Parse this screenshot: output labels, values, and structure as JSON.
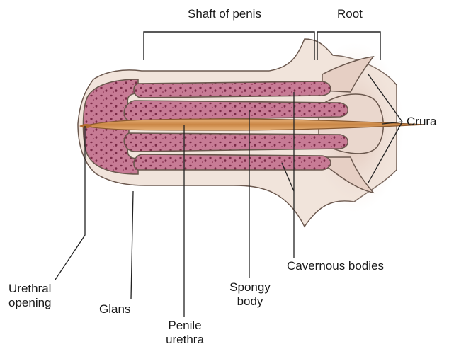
{
  "labels": {
    "shaft": "Shaft of penis",
    "root": "Root",
    "crura": "Crura",
    "cavernous": "Cavernous bodies",
    "spongy_line1": "Spongy",
    "spongy_line2": "body",
    "penile_line1": "Penile",
    "penile_line2": "urethra",
    "glans": "Glans",
    "urethral_line1": "Urethral",
    "urethral_line2": "opening"
  },
  "colors": {
    "erectile_tissue": "#c77b95",
    "tissue_dots": "#7a2a47",
    "urethra": "#d79a5c",
    "skin": "#efe1d8",
    "outline": "#5a4a42",
    "leader_lines": "#222222"
  }
}
